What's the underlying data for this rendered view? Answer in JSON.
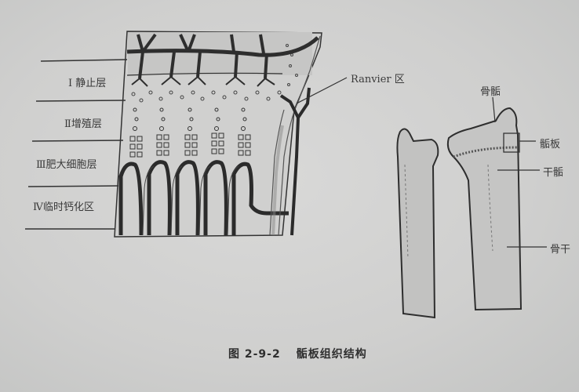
{
  "figure": {
    "number": "图 2-9-2",
    "title": "骺板组织结构"
  },
  "left_diagram": {
    "zone_labels": [
      {
        "numeral": "Ⅰ",
        "text": "静止层"
      },
      {
        "numeral": "Ⅱ",
        "text": "增殖层"
      },
      {
        "numeral": "Ⅲ",
        "text": "肥大细胞层"
      },
      {
        "numeral": "Ⅳ",
        "text": "临时钙化区"
      }
    ],
    "ranvier_label": "Ranvier 区"
  },
  "right_diagram": {
    "labels": {
      "epiphysis": "骨骺",
      "growth_plate": "骺板",
      "metaphysis": "干骺",
      "diaphysis": "骨干"
    }
  },
  "colors": {
    "ink": "#2e2e2e",
    "paper": "#d3d3d2",
    "bone_fill": "#c4c4c3"
  }
}
